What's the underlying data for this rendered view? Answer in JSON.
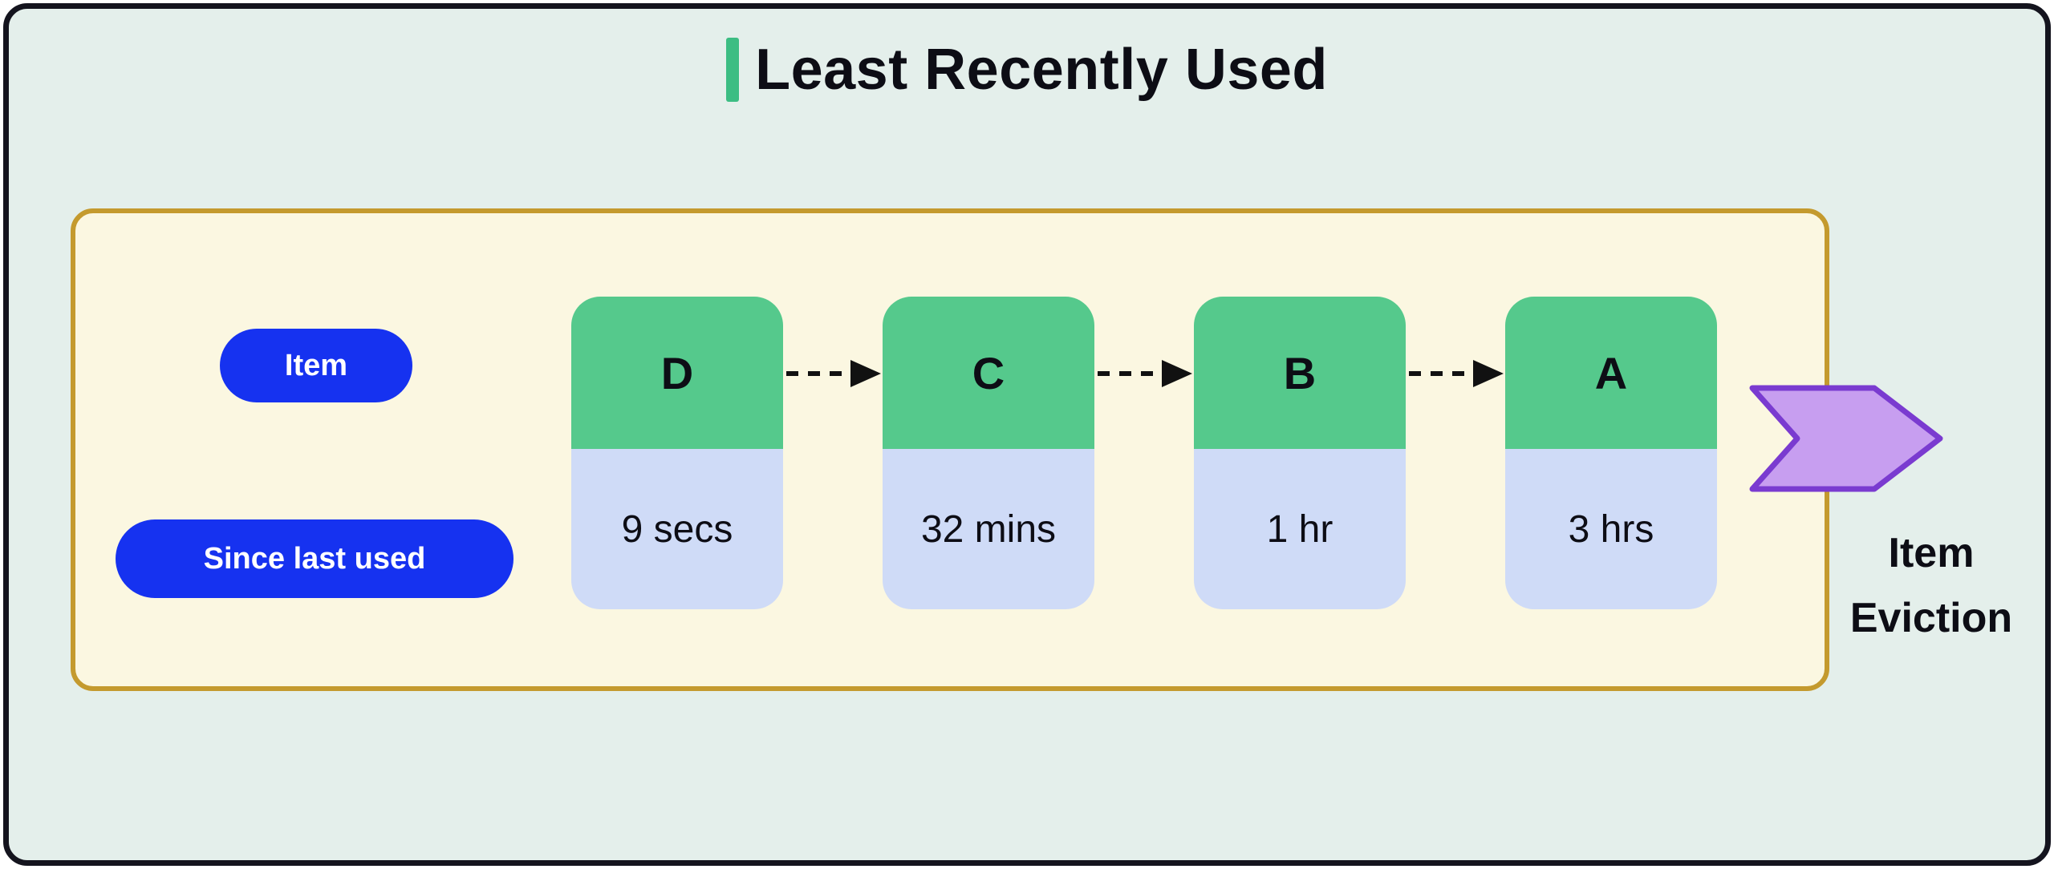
{
  "title": {
    "text": "Least Recently Used"
  },
  "legend": {
    "item": "Item",
    "since_last_used": "Since last used"
  },
  "cache": {
    "items": [
      {
        "letter": "D",
        "since": "9 secs"
      },
      {
        "letter": "C",
        "since": "32 mins"
      },
      {
        "letter": "B",
        "since": "1 hr"
      },
      {
        "letter": "A",
        "since": "3 hrs"
      }
    ]
  },
  "eviction": {
    "line1": "Item",
    "line2": "Eviction"
  },
  "colors": {
    "background": "#e4efeb",
    "frame_border": "#14141e",
    "panel_background": "#fbf7e1",
    "panel_border": "#c49a2e",
    "pill_blue": "#1632f0",
    "card_top_green": "#55c98c",
    "card_bottom_lavender": "#cfdbf7",
    "title_accent_green": "#3cbd83",
    "flow_arrow": "#111111",
    "eviction_arrow_fill": "#c79ef0",
    "eviction_arrow_stroke": "#7a3bd0",
    "text_dark": "#0d0d15"
  }
}
